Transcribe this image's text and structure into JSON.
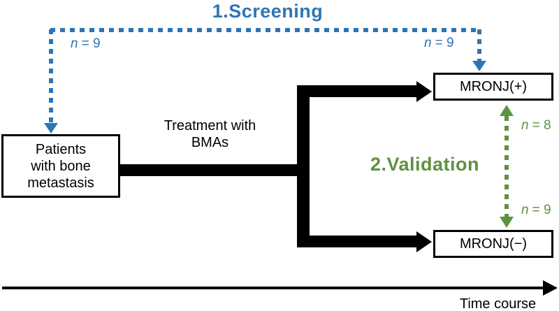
{
  "colors": {
    "blue": "#2E75B6",
    "green": "#5E9141",
    "black": "#000000"
  },
  "screening": {
    "title": "1.Screening",
    "left_count": {
      "symbol": "n",
      "value": "= 9"
    },
    "right_count": {
      "symbol": "n",
      "value": "= 9"
    }
  },
  "validation": {
    "title": "2.Validation",
    "upper_count": {
      "symbol": "n",
      "value": "= 8"
    },
    "lower_count": {
      "symbol": "n",
      "value": "= 9"
    }
  },
  "nodes": {
    "patients": {
      "lines": [
        "Patients",
        "with bone",
        "metastasis"
      ]
    },
    "treatment": {
      "lines": [
        "Treatment with",
        "BMAs"
      ]
    },
    "mronj_positive": {
      "label": "MRONJ(+)"
    },
    "mronj_negative": {
      "label": "MRONJ(−)"
    }
  },
  "timeline": {
    "label": "Time course"
  }
}
